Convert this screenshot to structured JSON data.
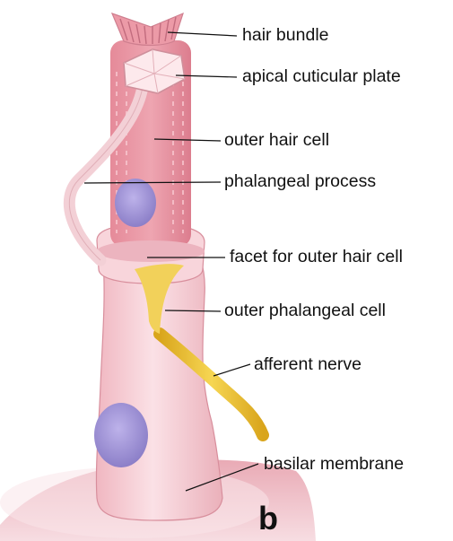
{
  "panel_letter": "b",
  "labels": {
    "hair_bundle": "hair bundle",
    "apical_cuticular_plate": "apical cuticular plate",
    "outer_hair_cell": "outer hair cell",
    "phalangeal_process": "phalangeal process",
    "facet_for_outer_hair_cell": "facet for outer hair cell",
    "outer_phalangeal_cell": "outer phalangeal cell",
    "afferent_nerve": "afferent nerve",
    "basilar_membrane": "basilar membrane"
  },
  "colors": {
    "hair_cell": "#e89aa6",
    "phalangeal_cell": "#f4c8cf",
    "nucleus": "#a497d6",
    "nerve": "#e8c234",
    "basilar_membrane": "#e2a0ac",
    "cuticular_plate": "#fbe6e9",
    "leader_line": "#111111"
  }
}
